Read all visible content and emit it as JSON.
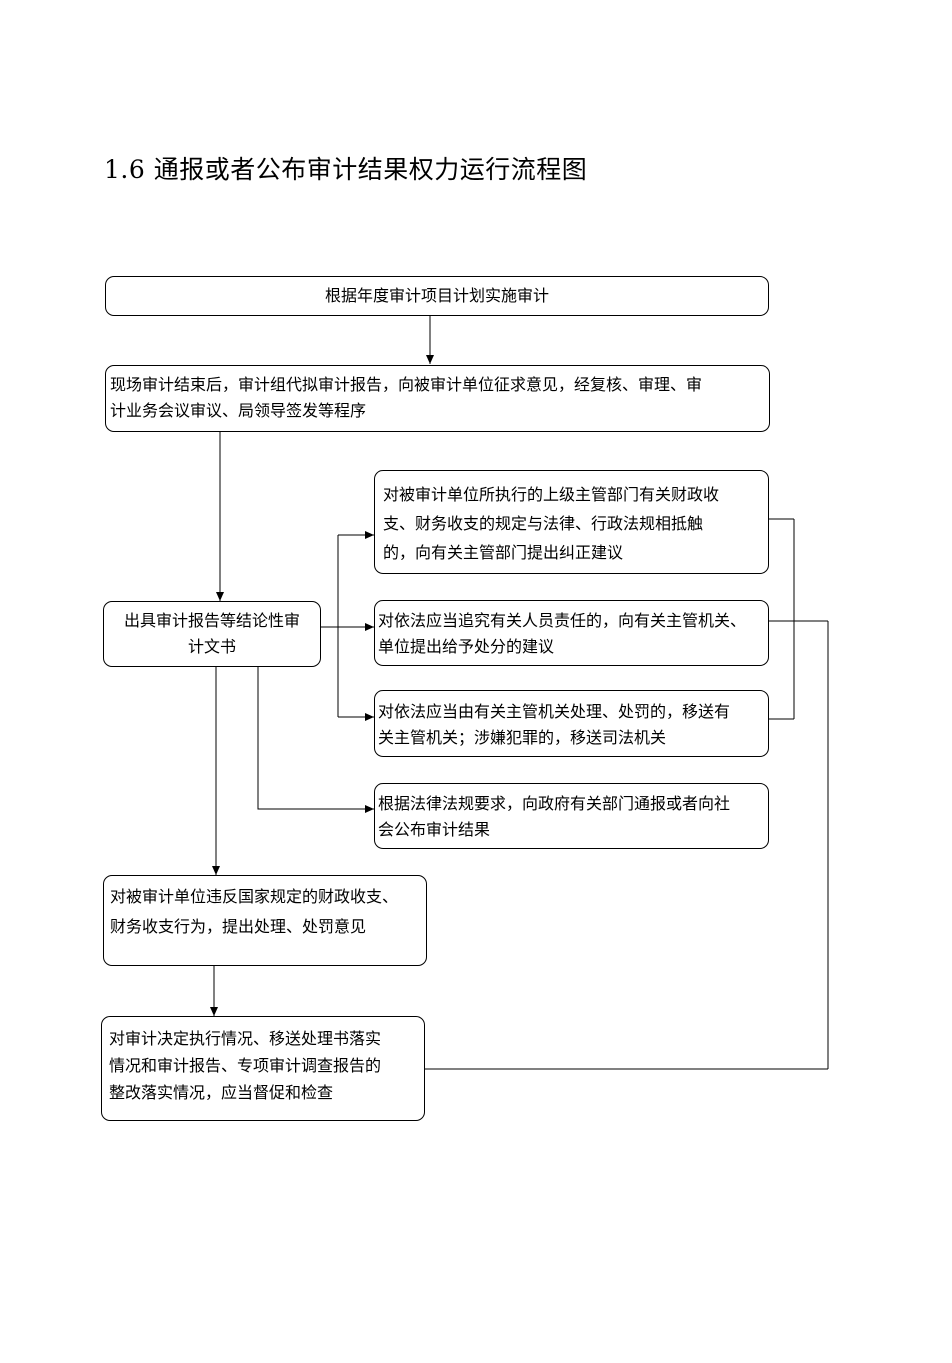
{
  "title": "1.6 通报或者公布审计结果权力运行流程图",
  "boxes": {
    "plan": "根据年度审计项目计划实施审计",
    "report_lines": [
      "现场审计结束后，审计组代拟审计报告，向被审计单位征求意见，经复核、审理、审",
      "计业务会议审议、局领导签发等程序"
    ],
    "issue_lines": [
      "出具审计报告等结论性审",
      "计文书"
    ],
    "correct_lines": [
      "对被审计单位所执行的上级主管部门有关财政收",
      "支、财务收支的规定与法律、行政法规相抵触",
      "的，向有关主管部门提出纠正建议"
    ],
    "punish_lines": [
      "对依法应当追究有关人员责任的，向有关主管机关、",
      "单位提出给予处分的建议"
    ],
    "transfer_lines": [
      "对依法应当由有关主管机关处理、处罚的，移送有",
      "关主管机关；涉嫌犯罪的，移送司法机关"
    ],
    "publish_lines": [
      "根据法律法规要求，向政府有关部门通报或者向社",
      "会公布审计结果"
    ],
    "violation_lines": [
      "对被审计单位违反国家规定的财政收支、",
      "财务收支行为，提出处理、处罚意见"
    ],
    "supervise_lines": [
      "对审计决定执行情况、移送处理书落实",
      "情况和审计报告、专项审计调查报告的",
      "整改落实情况，应当督促和检查"
    ]
  }
}
